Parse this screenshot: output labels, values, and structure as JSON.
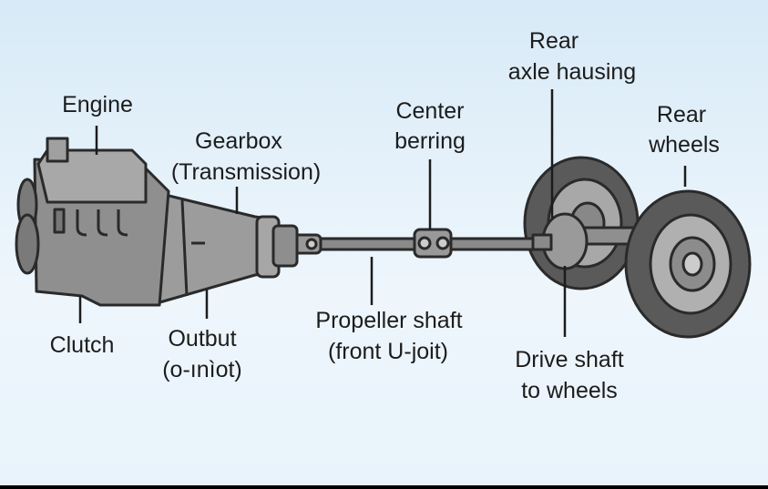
{
  "labels": {
    "engine": "Engine",
    "gearbox_1": "Gearbox",
    "gearbox_2": "(Transmission)",
    "center_1": "Center",
    "center_2": "berring",
    "rear_axle_1": "Rear",
    "rear_axle_2": "axle hausing",
    "rear_wheels_1": "Rear",
    "rear_wheels_2": "wheels",
    "clutch": "Clutch",
    "output_1": "Outbut",
    "output_2": "(o-ınìot)",
    "propeller_1": "Propeller shaft",
    "propeller_2": "(front U-joit)",
    "drive_1": "Drive shaft",
    "drive_2": "to wheels"
  },
  "colors": {
    "background": "#e3f0f9",
    "metal": "#9a9a9a",
    "outline": "#2a2a2a"
  }
}
